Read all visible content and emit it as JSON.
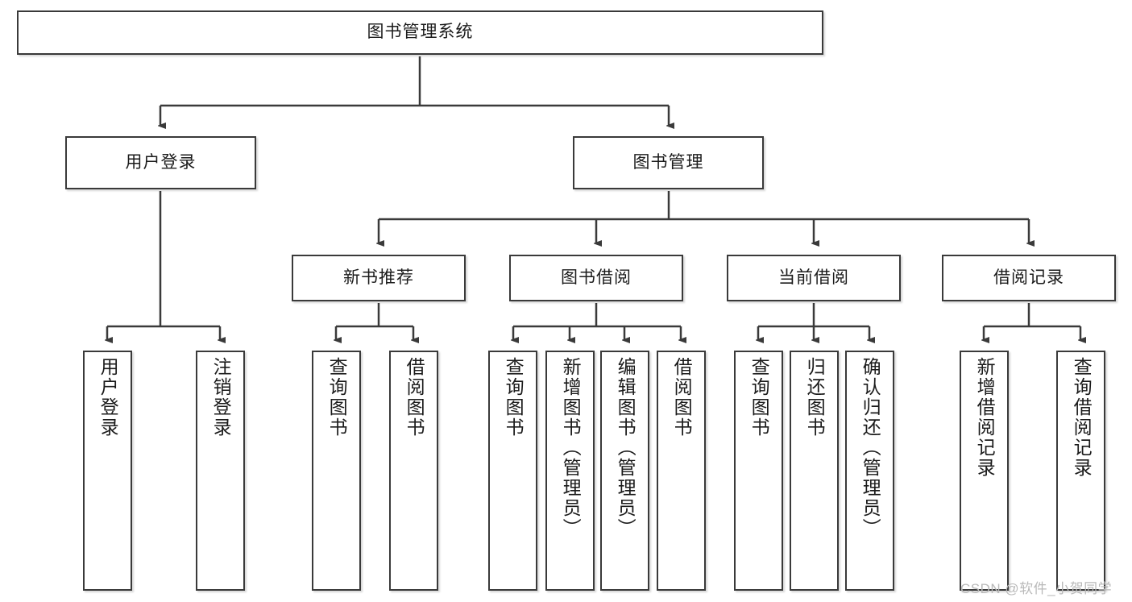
{
  "diagram": {
    "type": "tree",
    "title": "图书管理系统",
    "orientation": "top-down",
    "levels": 4,
    "root": {
      "label": "图书管理系统"
    },
    "level2": [
      {
        "label": "用户登录"
      },
      {
        "label": "图书管理"
      }
    ],
    "level3": [
      {
        "label": "新书推荐"
      },
      {
        "label": "图书借阅"
      },
      {
        "label": "当前借阅"
      },
      {
        "label": "借阅记录"
      }
    ],
    "leaves": [
      {
        "label": "用户登录",
        "parent": "用户登录"
      },
      {
        "label": "注销登录",
        "parent": "用户登录"
      },
      {
        "label": "查询图书",
        "parent": "新书推荐"
      },
      {
        "label": "借阅图书",
        "parent": "新书推荐"
      },
      {
        "label": "查询图书",
        "parent": "图书借阅"
      },
      {
        "label": "新增图书（管理员）",
        "parent": "图书借阅"
      },
      {
        "label": "编辑图书（管理员）",
        "parent": "图书借阅"
      },
      {
        "label": "借阅图书",
        "parent": "图书借阅"
      },
      {
        "label": "查询图书",
        "parent": "当前借阅"
      },
      {
        "label": "归还图书",
        "parent": "当前借阅"
      },
      {
        "label": "确认归还（管理员）",
        "parent": "当前借阅"
      },
      {
        "label": "新增借阅记录",
        "parent": "借阅记录"
      },
      {
        "label": "查询借阅记录",
        "parent": "借阅记录"
      }
    ]
  },
  "watermark": {
    "text": "CSDN @软件_小贺同学"
  },
  "colors": {
    "border": "#3a3a3a",
    "text": "#1b1b1b",
    "background": "#ffffff",
    "watermark": "#b9b9b9"
  }
}
